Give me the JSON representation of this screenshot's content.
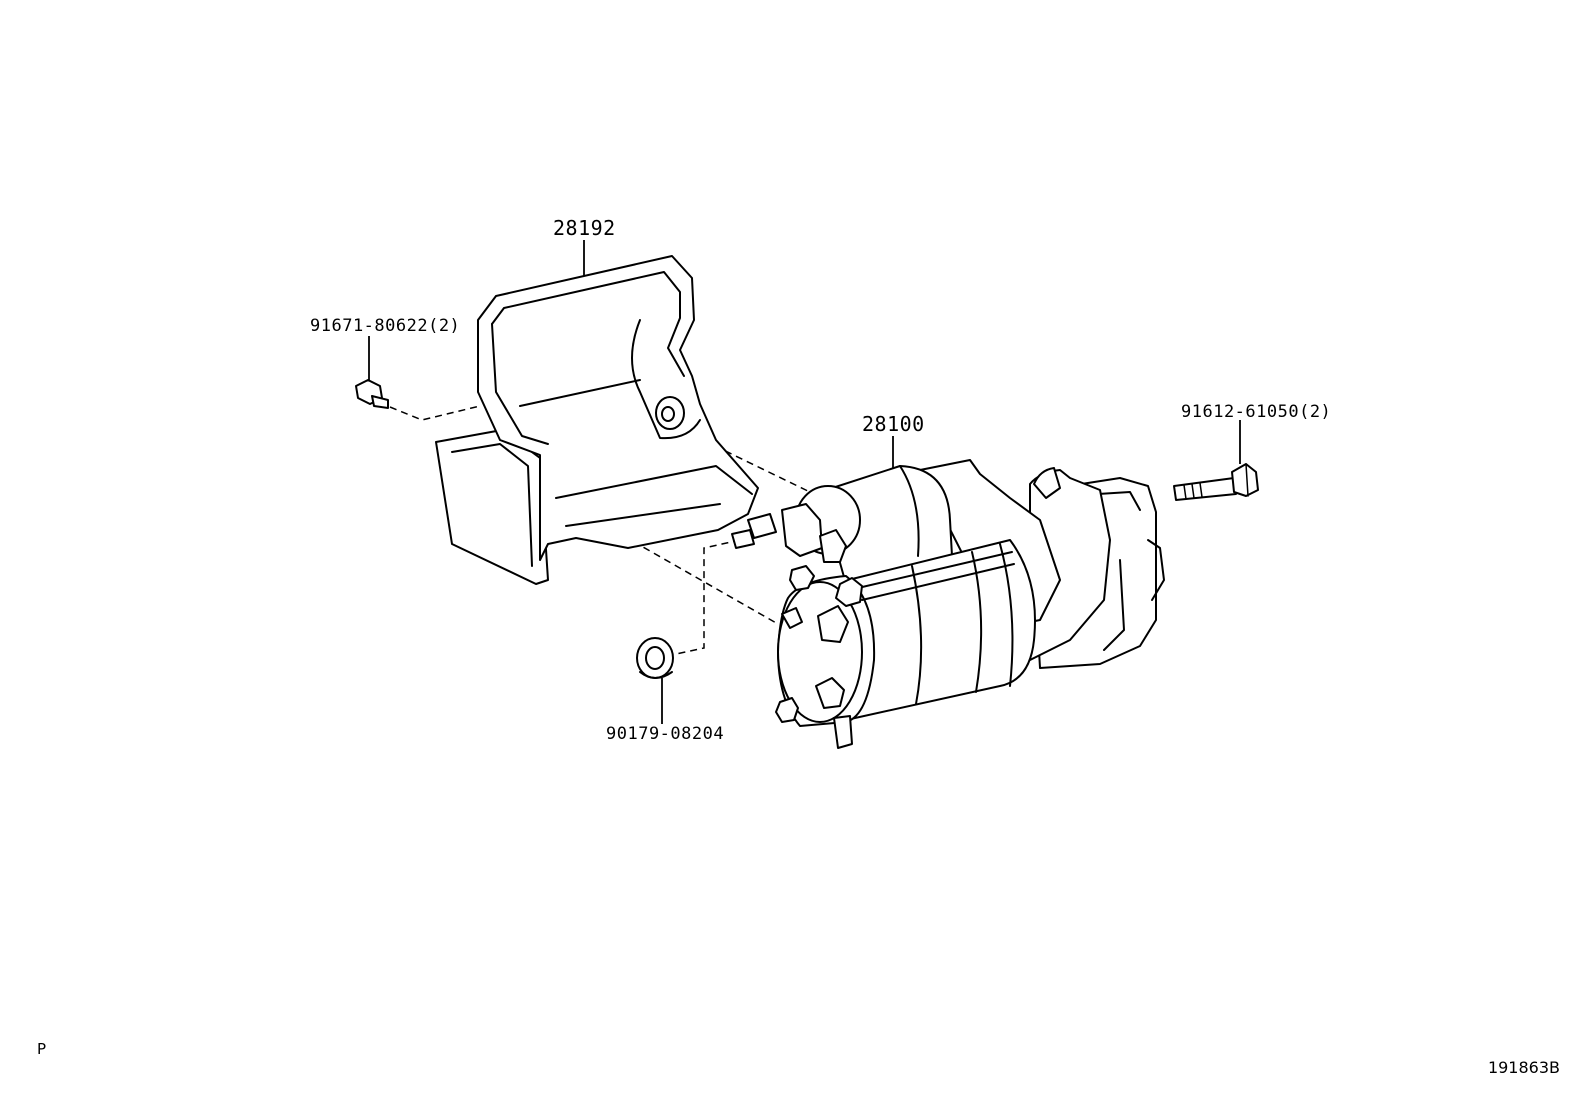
{
  "parts": {
    "cover": {
      "number": "28192",
      "icon": "starter-cover-icon"
    },
    "starter": {
      "number": "28100",
      "icon": "starter-motor-icon"
    },
    "cover_bolt": {
      "number": "91671-80622(2)",
      "icon": "small-bolt-icon"
    },
    "mount_bolt": {
      "number": "91612-61050(2)",
      "icon": "long-bolt-icon"
    },
    "nut": {
      "number": "90179-08204",
      "icon": "nut-icon"
    }
  },
  "corner_mark": "P",
  "diagram_id": "191863B"
}
